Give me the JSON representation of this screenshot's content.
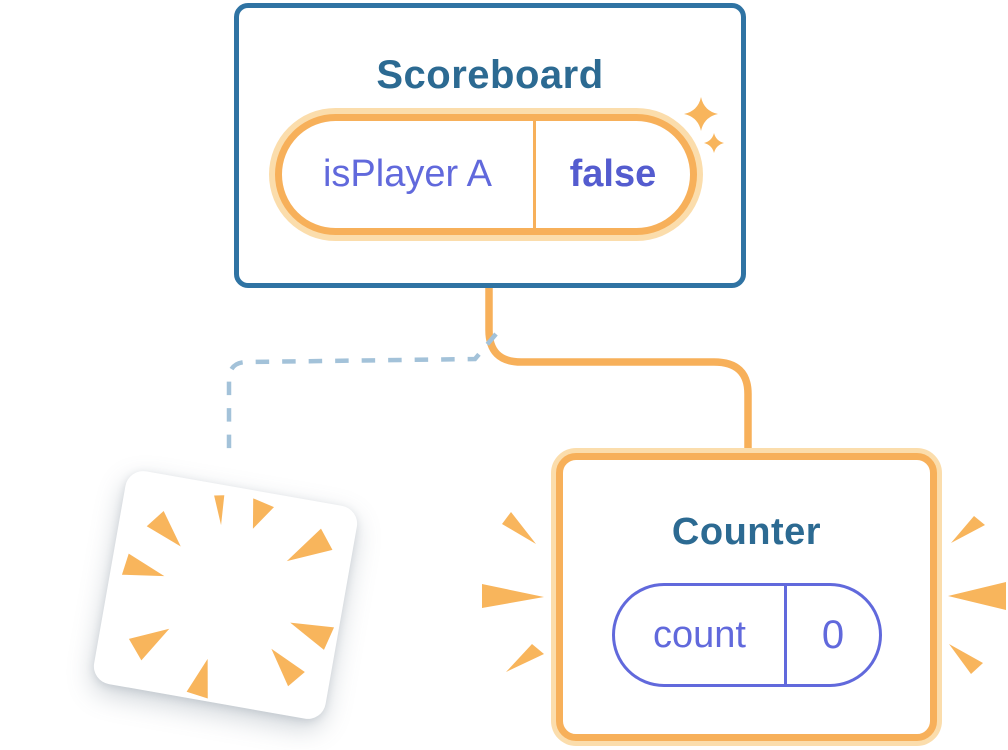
{
  "colors": {
    "background": "#FFFFFF",
    "card_border_blue": "#2F73A3",
    "title_blue": "#2C6A92",
    "state_purple": "#6169DC",
    "state_purple_bold": "#545CCF",
    "accent_orange": "#F7B05A",
    "accent_orange_glow": "#FBDDAC",
    "dashed_line_blue": "#A3C2D9",
    "poof_orange": "#F8B55C"
  },
  "scoreboard": {
    "title": "Scoreboard",
    "state": {
      "key": "isPlayer A",
      "value": "false"
    }
  },
  "counter": {
    "title": "Counter",
    "state": {
      "key": "count",
      "value": "0"
    }
  },
  "icons": {
    "sparkles": "two 4-point stars (svg shape)",
    "poof_burst": "radial orange wedge burst inside destroyed box (svg shape)",
    "poof_marks": "orange emphasis wedges flanking Counter card (svg shape)"
  }
}
